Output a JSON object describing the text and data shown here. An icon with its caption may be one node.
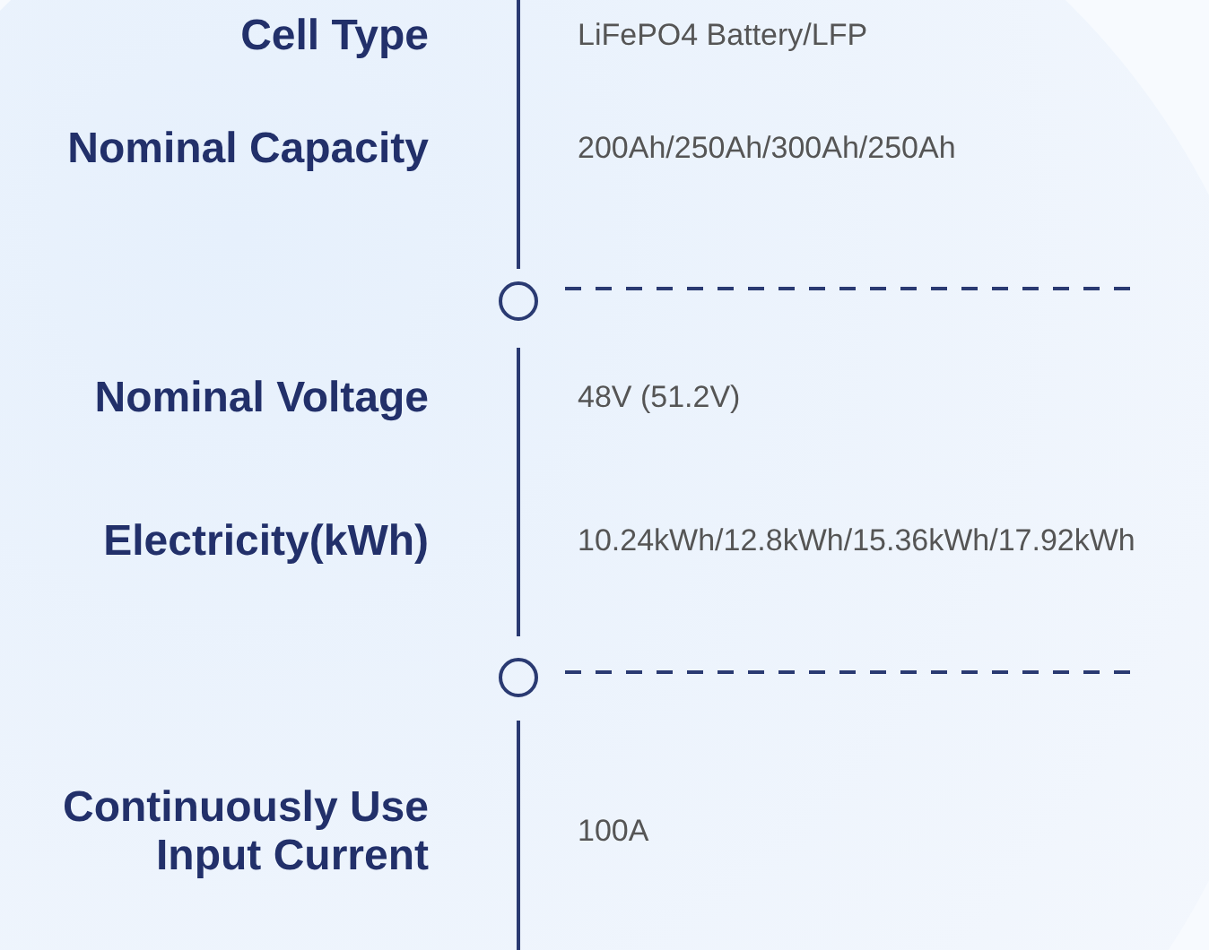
{
  "diagram": {
    "labels": [
      "Cell Type",
      "LiFePO4 Battery/LFP",
      "Nominal Capacity",
      "200Ah/250Ah/300Ah/250Ah",
      "Nominal Voltage",
      "48V (51.2V)",
      "Electricity(kWh)",
      "10.24kWh/12.8kWh/15.36kWh/17.92kWh",
      "Continuously Use Input Current",
      "100A"
    ]
  }
}
